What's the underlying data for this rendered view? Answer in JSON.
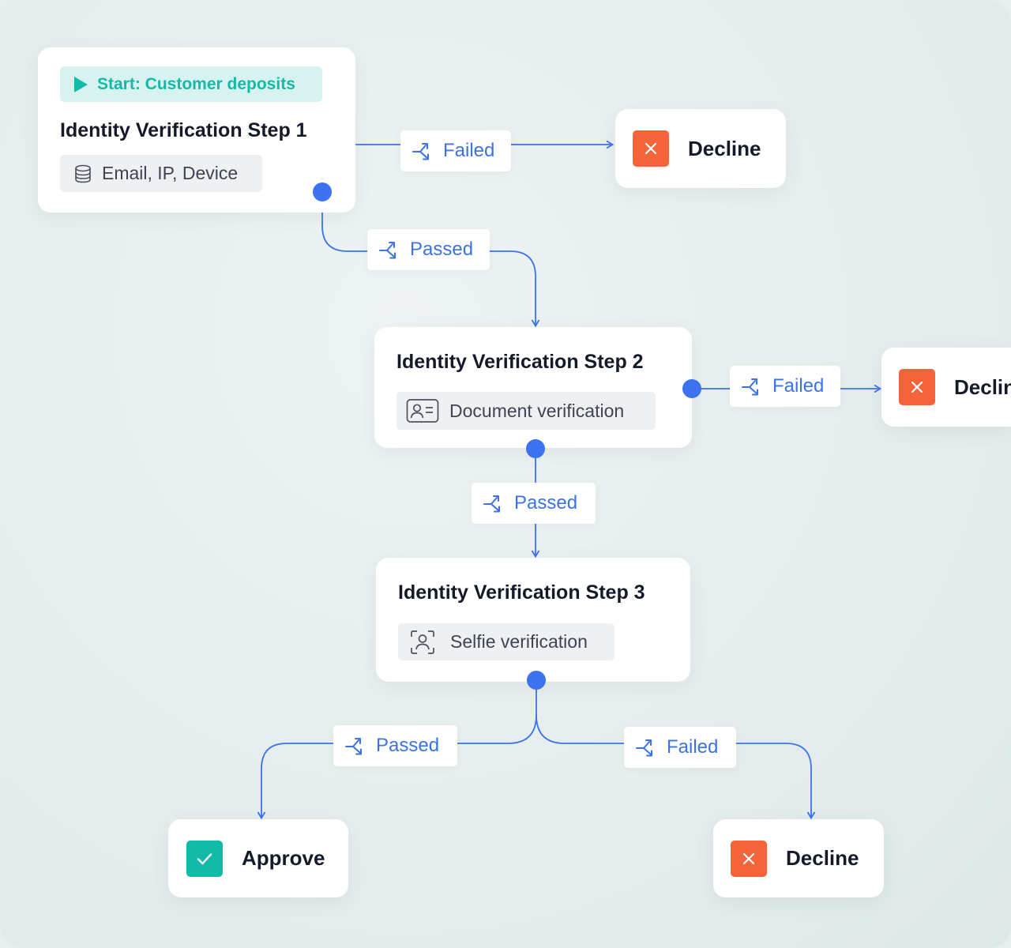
{
  "colors": {
    "accent": "#3d72f0",
    "start": "#12bba8",
    "decline": "#f4633a",
    "approve": "#12bba8"
  },
  "start": {
    "label": "Start: Customer deposits",
    "icon": "play-icon"
  },
  "steps": [
    {
      "title": "Identity Verification Step 1",
      "chip": "Email, IP, Device",
      "icon": "database-icon"
    },
    {
      "title": "Identity Verification Step 2",
      "chip": "Document verification",
      "icon": "id-card-icon"
    },
    {
      "title": "Identity Verification Step 3",
      "chip": "Selfie verification",
      "icon": "face-scan-icon"
    }
  ],
  "branches": {
    "failed": "Failed",
    "passed": "Passed",
    "icon": "branch-split-icon"
  },
  "outcomes": {
    "decline": "Decline",
    "decline_cropped": "Declin",
    "approve": "Approve"
  }
}
